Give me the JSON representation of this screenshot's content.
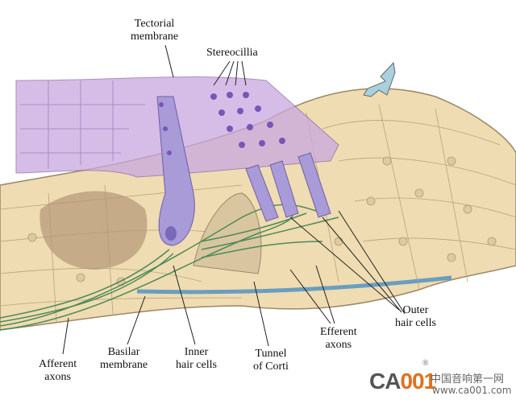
{
  "labels": {
    "tectorial_membrane": [
      "Tectorial",
      "membrane"
    ],
    "stereocillia": "Stereocillia",
    "outer_hair_cells": [
      "Outer",
      "hair cells"
    ],
    "efferent_axons": [
      "Efferent",
      "axons"
    ],
    "tunnel_of_corti": [
      "Tunnel",
      "of Corti"
    ],
    "inner_hair_cells": [
      "Inner",
      "hair cells"
    ],
    "basilar_membrane": [
      "Basilar",
      "membrane"
    ],
    "afferent_axons": [
      "Afferent",
      "axons"
    ]
  },
  "watermark": {
    "logo": "CA",
    "logo_accent": "001",
    "registered": "®",
    "chinese": "中国音响第一网",
    "url": "www.ca001.com"
  },
  "colors": {
    "tissue": "#efdcb2",
    "tissue_line": "#9a8866",
    "membrane": "#c9a8e0",
    "hair_cell": "#a99ad8",
    "nerve": "#4c8a58",
    "basilar": "#6a9ec0",
    "arrow": "#a9d0dc"
  }
}
